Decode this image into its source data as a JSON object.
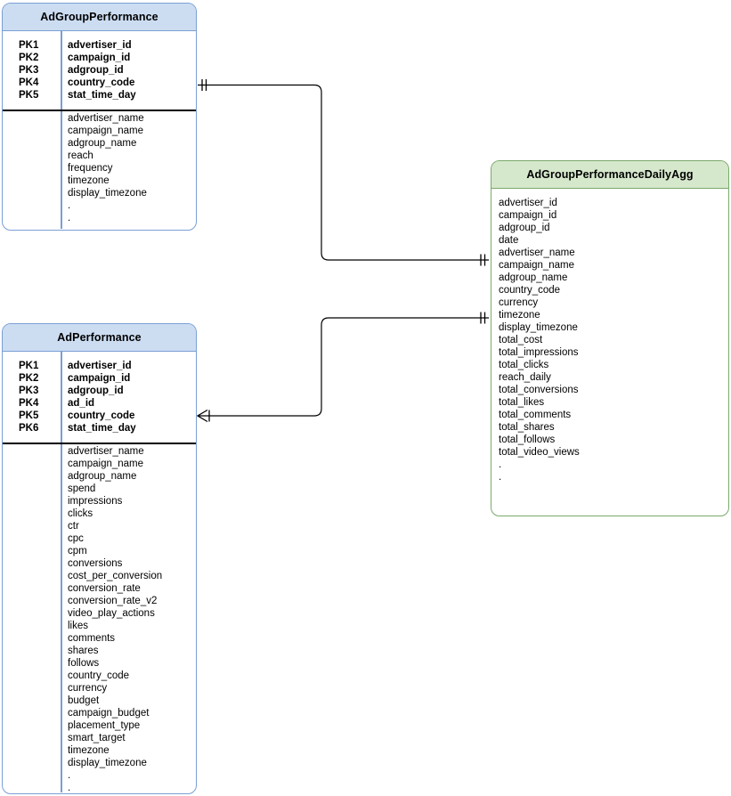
{
  "diagram": {
    "type": "entity-relationship-diagram",
    "notation": "crows-foot",
    "background": "#ffffff",
    "colors": {
      "blue_header_fill": "#ccddf2",
      "blue_border": "#7a9fd4",
      "green_header_fill": "#d6e8cc",
      "green_border": "#7aa96b",
      "line": "#000000",
      "text": "#000000"
    }
  },
  "entities": [
    {
      "id": "adgroup_performance",
      "title": "AdGroupPerformance",
      "accent": "blue",
      "key_labels": [
        "PK1",
        "PK2",
        "PK3",
        "PK4",
        "PK5"
      ],
      "key_fields": [
        "advertiser_id",
        "campaign_id",
        "adgroup_id",
        "country_code",
        "stat_time_day"
      ],
      "attributes": [
        "advertiser_name",
        "campaign_name",
        "adgroup_name",
        "reach",
        "frequency",
        "timezone",
        "display_timezone",
        ".",
        "."
      ]
    },
    {
      "id": "ad_performance",
      "title": "AdPerformance",
      "accent": "blue",
      "key_labels": [
        "PK1",
        "PK2",
        "PK3",
        "PK4",
        "PK5",
        "PK6"
      ],
      "key_fields": [
        "advertiser_id",
        "campaign_id",
        "adgroup_id",
        "ad_id",
        "country_code",
        "stat_time_day"
      ],
      "attributes": [
        "advertiser_name",
        "campaign_name",
        "adgroup_name",
        "spend",
        "impressions",
        "clicks",
        "ctr",
        "cpc",
        "cpm",
        "conversions",
        "cost_per_conversion",
        "conversion_rate",
        "conversion_rate_v2",
        "video_play_actions",
        "likes",
        "comments",
        "shares",
        "follows",
        "country_code",
        "currency",
        "budget",
        "campaign_budget",
        "placement_type",
        "smart_target",
        "timezone",
        "display_timezone",
        ".",
        "."
      ]
    },
    {
      "id": "adgroup_performance_daily_agg",
      "title": "AdGroupPerformanceDailyAgg",
      "accent": "green",
      "key_labels": [],
      "key_fields": [],
      "attributes": [
        "advertiser_id",
        "campaign_id",
        "adgroup_id",
        "date",
        "advertiser_name",
        "campaign_name",
        "adgroup_name",
        "country_code",
        "currency",
        "timezone",
        "display_timezone",
        "total_cost",
        "total_impressions",
        "total_clicks",
        "reach_daily",
        "total_conversions",
        "total_likes",
        "total_comments",
        "total_shares",
        "total_follows",
        "total_video_views",
        ".",
        "."
      ]
    }
  ],
  "relationships": [
    {
      "id": "rel-adgroup-to-agg",
      "from": "adgroup_performance",
      "to": "adgroup_performance_daily_agg",
      "from_cardinality": "one-and-only-one",
      "to_cardinality": "one-and-only-one"
    },
    {
      "id": "rel-ad-to-agg",
      "from": "ad_performance",
      "to": "adgroup_performance_daily_agg",
      "from_cardinality": "many",
      "to_cardinality": "one-and-only-one"
    }
  ]
}
